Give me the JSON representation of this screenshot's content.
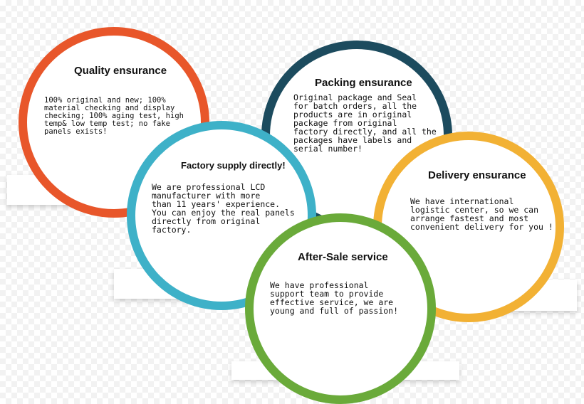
{
  "colors": {
    "quality": "#e8562a",
    "packing": "#1c4b5e",
    "factory": "#3eb1c8",
    "delivery": "#f2b134",
    "after_sale": "#6aaa3a"
  },
  "cards": {
    "quality": {
      "title": "Quality ensurance",
      "body": "100% original and  new; 100%\nmaterial checking and display\nchecking; 100% aging test, high\ntemp& low temp test; no fake\npanels exists!"
    },
    "packing": {
      "title": "Packing ensurance",
      "body": "Original package and Seal\nfor batch orders, all the\nproducts are in original\npackage from original\nfactory directly, and all the\npackages have labels and\nserial number!"
    },
    "factory": {
      "title": "Factory supply directly!",
      "body": "We are professional LCD\nmanufacturer with more\nthan 11 years' experience.\nYou can enjoy the real panels\ndirectly from original\nfactory."
    },
    "delivery": {
      "title": "Delivery ensurance",
      "body": "We have international\nlogistic center,  so we can\narrange fastest and most\nconvenient delivery for you !"
    },
    "after_sale": {
      "title": "After-Sale service",
      "body": "We have professional\nsupport team to provide\neffective service, we are\nyoung and full of passion!"
    }
  }
}
